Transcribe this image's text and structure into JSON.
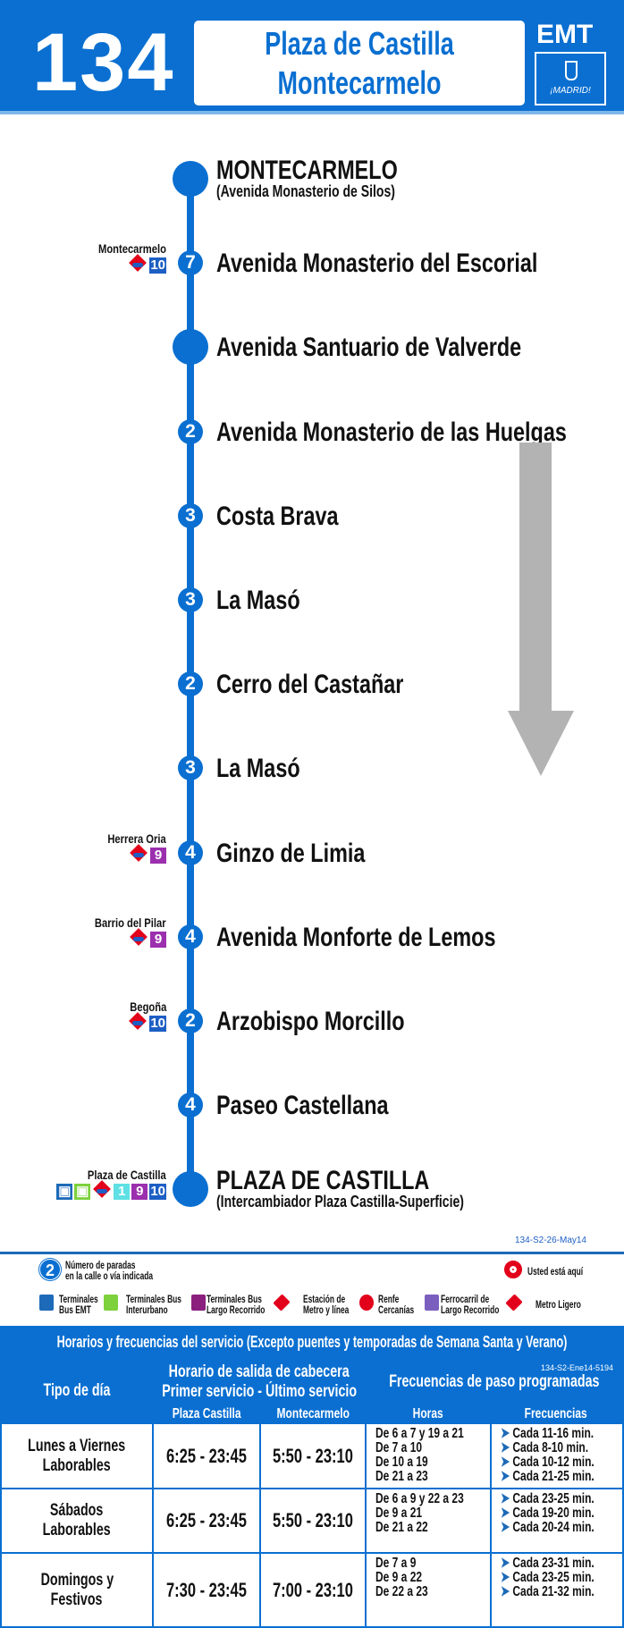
{
  "header": {
    "route_number": "134",
    "destination_1": "Plaza de Castilla",
    "destination_2": "Montecarmelo",
    "operator": "EMT",
    "city_logo": "¡MADRID!"
  },
  "colors": {
    "brand_blue": "#0a6fd1",
    "metro_line_10": "#1d5fc4",
    "metro_line_9": "#9b2fae",
    "metro_line_1": "#5ee0e4",
    "arrow": "#b3b3b3"
  },
  "direction_arrow": "arrow-down",
  "stops": [
    {
      "name": "MONTECARMELO",
      "sub": "(Avenida Monasterio de Silos)",
      "count": "",
      "xfer": "",
      "lines": []
    },
    {
      "name": "Avenida Monasterio del Escorial",
      "count": "7",
      "xfer": "Montecarmelo",
      "lines": [
        "10"
      ]
    },
    {
      "name": "Avenida Santuario de Valverde",
      "count": "",
      "xfer": "",
      "lines": []
    },
    {
      "name": "Avenida Monasterio de las Huelgas",
      "count": "2",
      "xfer": "",
      "lines": []
    },
    {
      "name": "Costa Brava",
      "count": "3",
      "xfer": "",
      "lines": []
    },
    {
      "name": "La Masó",
      "count": "3",
      "xfer": "",
      "lines": []
    },
    {
      "name": "Cerro del Castañar",
      "count": "2",
      "xfer": "",
      "lines": []
    },
    {
      "name": "La Masó",
      "count": "3",
      "xfer": "",
      "lines": []
    },
    {
      "name": "Ginzo de Limia",
      "count": "4",
      "xfer": "Herrera Oria",
      "lines": [
        "9"
      ]
    },
    {
      "name": "Avenida Monforte de Lemos",
      "count": "4",
      "xfer": "Barrio del Pilar",
      "lines": [
        "9"
      ]
    },
    {
      "name": "Arzobispo Morcillo",
      "count": "2",
      "xfer": "Begoña",
      "lines": [
        "10"
      ]
    },
    {
      "name": "Paseo Castellana",
      "count": "4",
      "xfer": "",
      "lines": []
    },
    {
      "name": "PLAZA DE CASTILLA",
      "sub": "(Intercambiador Plaza Castilla-Superficie)",
      "count": "",
      "xfer": "Plaza de Castilla",
      "lines": [
        "1",
        "9",
        "10"
      ],
      "bus": true
    }
  ],
  "legend": {
    "code": "134-S2-26-May14",
    "count_num": "2",
    "count_label_1": "Número de paradas",
    "count_label_2": "en la calle o vía indicada",
    "here": "Usted está aquí",
    "items": [
      {
        "l1": "Terminales",
        "l2": "Bus EMT"
      },
      {
        "l1": "Terminales Bus",
        "l2": "Interurbano"
      },
      {
        "l1": "Terminales Bus",
        "l2": "Largo Recorrido"
      },
      {
        "l1": "Estación de",
        "l2": "Metro y línea"
      },
      {
        "l1": "Renfe",
        "l2": "Cercanías"
      },
      {
        "l1": "Ferrocarril de",
        "l2": "Largo Recorrido"
      },
      {
        "l1": "Metro Ligero",
        "l2": ""
      }
    ]
  },
  "schedule": {
    "title": "Horarios y frecuencias del servicio (Excepto puentes y temporadas de Semana Santa y Verano)",
    "code": "134-S2-Ene14-5194",
    "col_day": "Tipo de día",
    "col_head_1": "Horario de salida de cabecera",
    "col_head_2": "Primer servicio - Último servicio",
    "col_freq": "Frecuencias de paso programadas",
    "sub": [
      "Plaza Castilla",
      "Montecarmelo",
      "Horas",
      "Frecuencias"
    ],
    "rows": [
      {
        "day_1": "Lunes a Viernes",
        "day_2": "Laborables",
        "a": "6:25 - 23:45",
        "b": "5:50 - 23:10",
        "hours": [
          "De 6 a 7 y 19 a 21",
          "De 7 a 10",
          "De 10 a 19",
          "De 21 a 23"
        ],
        "freq": [
          "Cada 11-16 min.",
          "Cada 8-10 min.",
          "Cada 10-12 min.",
          "Cada 21-25 min."
        ]
      },
      {
        "day_1": "Sábados",
        "day_2": "Laborables",
        "a": "6:25 - 23:45",
        "b": "5:50 - 23:10",
        "hours": [
          "De 6 a 9 y 22 a 23",
          "De 9 a 21",
          "De 21 a 22"
        ],
        "freq": [
          "Cada 23-25 min.",
          "Cada 19-20 min.",
          "Cada 20-24 min."
        ]
      },
      {
        "day_1": "Domingos y",
        "day_2": "Festivos",
        "a": "7:30 - 23:45",
        "b": "7:00 - 23:10",
        "hours": [
          "De 7 a 9",
          "De 9 a 22",
          "De 22 a 23"
        ],
        "freq": [
          "Cada 23-31 min.",
          "Cada 23-25 min.",
          "Cada 21-32 min."
        ]
      }
    ]
  }
}
